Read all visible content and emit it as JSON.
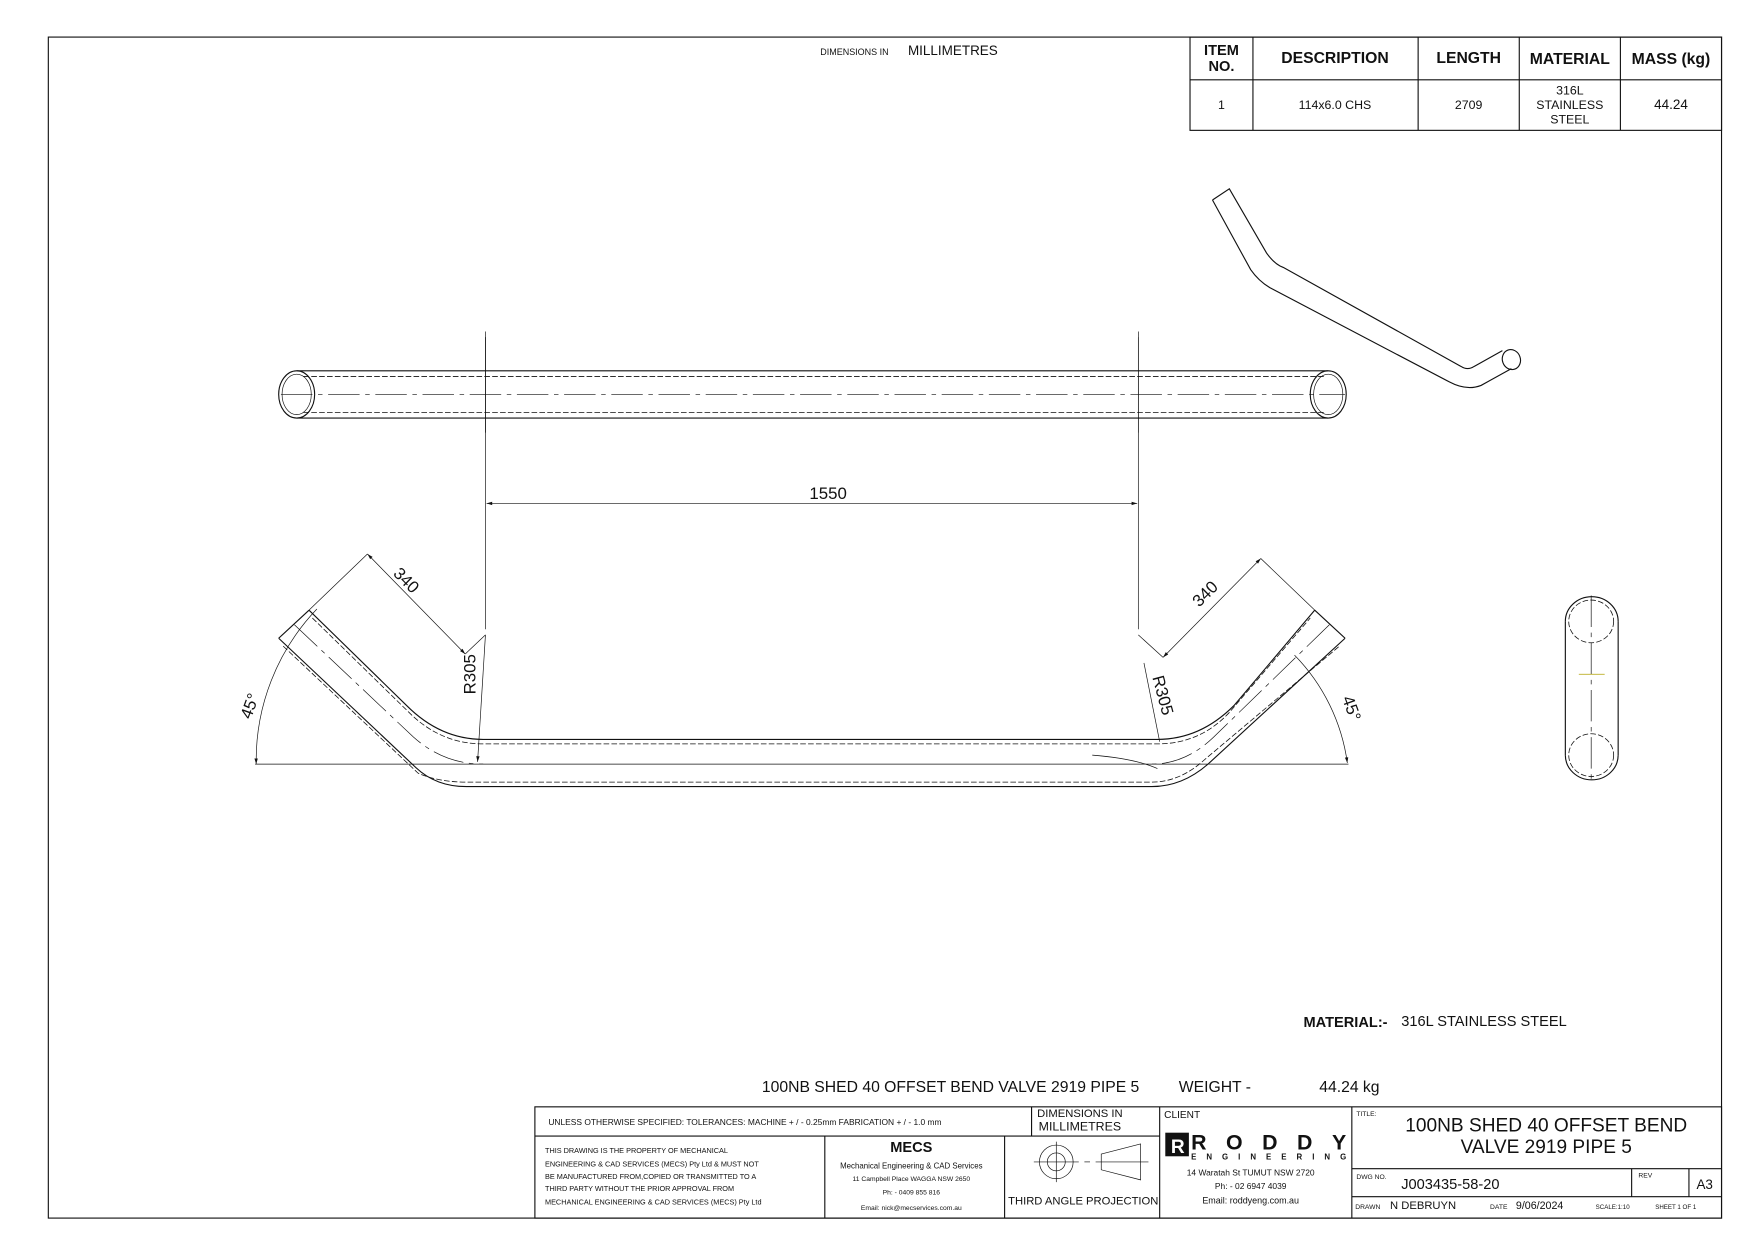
{
  "header": {
    "dimensions_small": "DIMENSIONS IN",
    "dimensions_units": "MILLIMETRES"
  },
  "bom": {
    "headers": {
      "item_1": "ITEM",
      "item_2": "NO.",
      "description": "DESCRIPTION",
      "length": "LENGTH",
      "material": "MATERIAL",
      "mass": "MASS (kg)"
    },
    "rows": [
      {
        "item": "1",
        "description": "114x6.0 CHS",
        "length": "2709",
        "material_1": "316L",
        "material_2": "STAINLESS",
        "material_3": "STEEL",
        "mass": "44.24"
      }
    ]
  },
  "dimensions": {
    "length_main": "1550",
    "leg_left": "340",
    "leg_right": "340",
    "radius_left": "R305",
    "radius_right": "R305",
    "angle_left": "45°",
    "angle_right": "45°"
  },
  "notes": {
    "material_label": "MATERIAL:-",
    "material_value": "316L STAINLESS STEEL",
    "part_desc": "100NB SHED 40 OFFSET BEND VALVE 2919 PIPE 5",
    "weight_label": "WEIGHT -",
    "weight_value": "44.24 kg"
  },
  "title_block": {
    "tolerances": "UNLESS OTHERWISE SPECIFIED: TOLERANCES: MACHINE + / - 0.25mm  FABRICATION + / - 1.0 mm",
    "dims_line1": "DIMENSIONS IN",
    "dims_line2": "MILLIMETRES",
    "property": [
      "THIS DRAWING IS THE PROPERTY OF MECHANICAL",
      "ENGINEERING & CAD SERVICES (MECS) Pty Ltd & MUST NOT",
      "BE MANUFACTURED FROM,COPIED OR TRANSMITTED TO A",
      "THIRD PARTY WITHOUT THE PRIOR APPROVAL FROM",
      "MECHANICAL ENGINEERING & CAD SERVICES (MECS) Pty Ltd"
    ],
    "mecs_logo": "MECS",
    "mecs_name": "Mechanical Engineering & CAD Services",
    "mecs_address": "11 Campbell Place WAGGA NSW 2650",
    "mecs_phone": "Ph: - 0409 855 816",
    "mecs_email": "Email: nick@mecservices.com.au",
    "projection": "THIRD ANGLE PROJECTION",
    "client_label": "CLIENT",
    "client_logo": "RODDY",
    "client_logo_sub": "ENGINEERING",
    "client_address": "14 Waratah St TUMUT NSW 2720",
    "client_phone": "Ph: - 02 6947 4039",
    "client_email": "Email: roddyeng.com.au",
    "title_label": "TITLE:",
    "title_line1": "100NB SHED 40 OFFSET BEND",
    "title_line2": "VALVE 2919 PIPE 5",
    "dwg_label": "DWG NO.",
    "dwg_no": "J003435-58-20",
    "rev_label": "REV",
    "size": "A3",
    "drawn_label": "DRAWN",
    "drawn_by": "N DEBRUYN",
    "date_label": "DATE",
    "date": "9/06/2024",
    "scale": "SCALE:1:10",
    "sheet": "SHEET 1 OF 1"
  }
}
